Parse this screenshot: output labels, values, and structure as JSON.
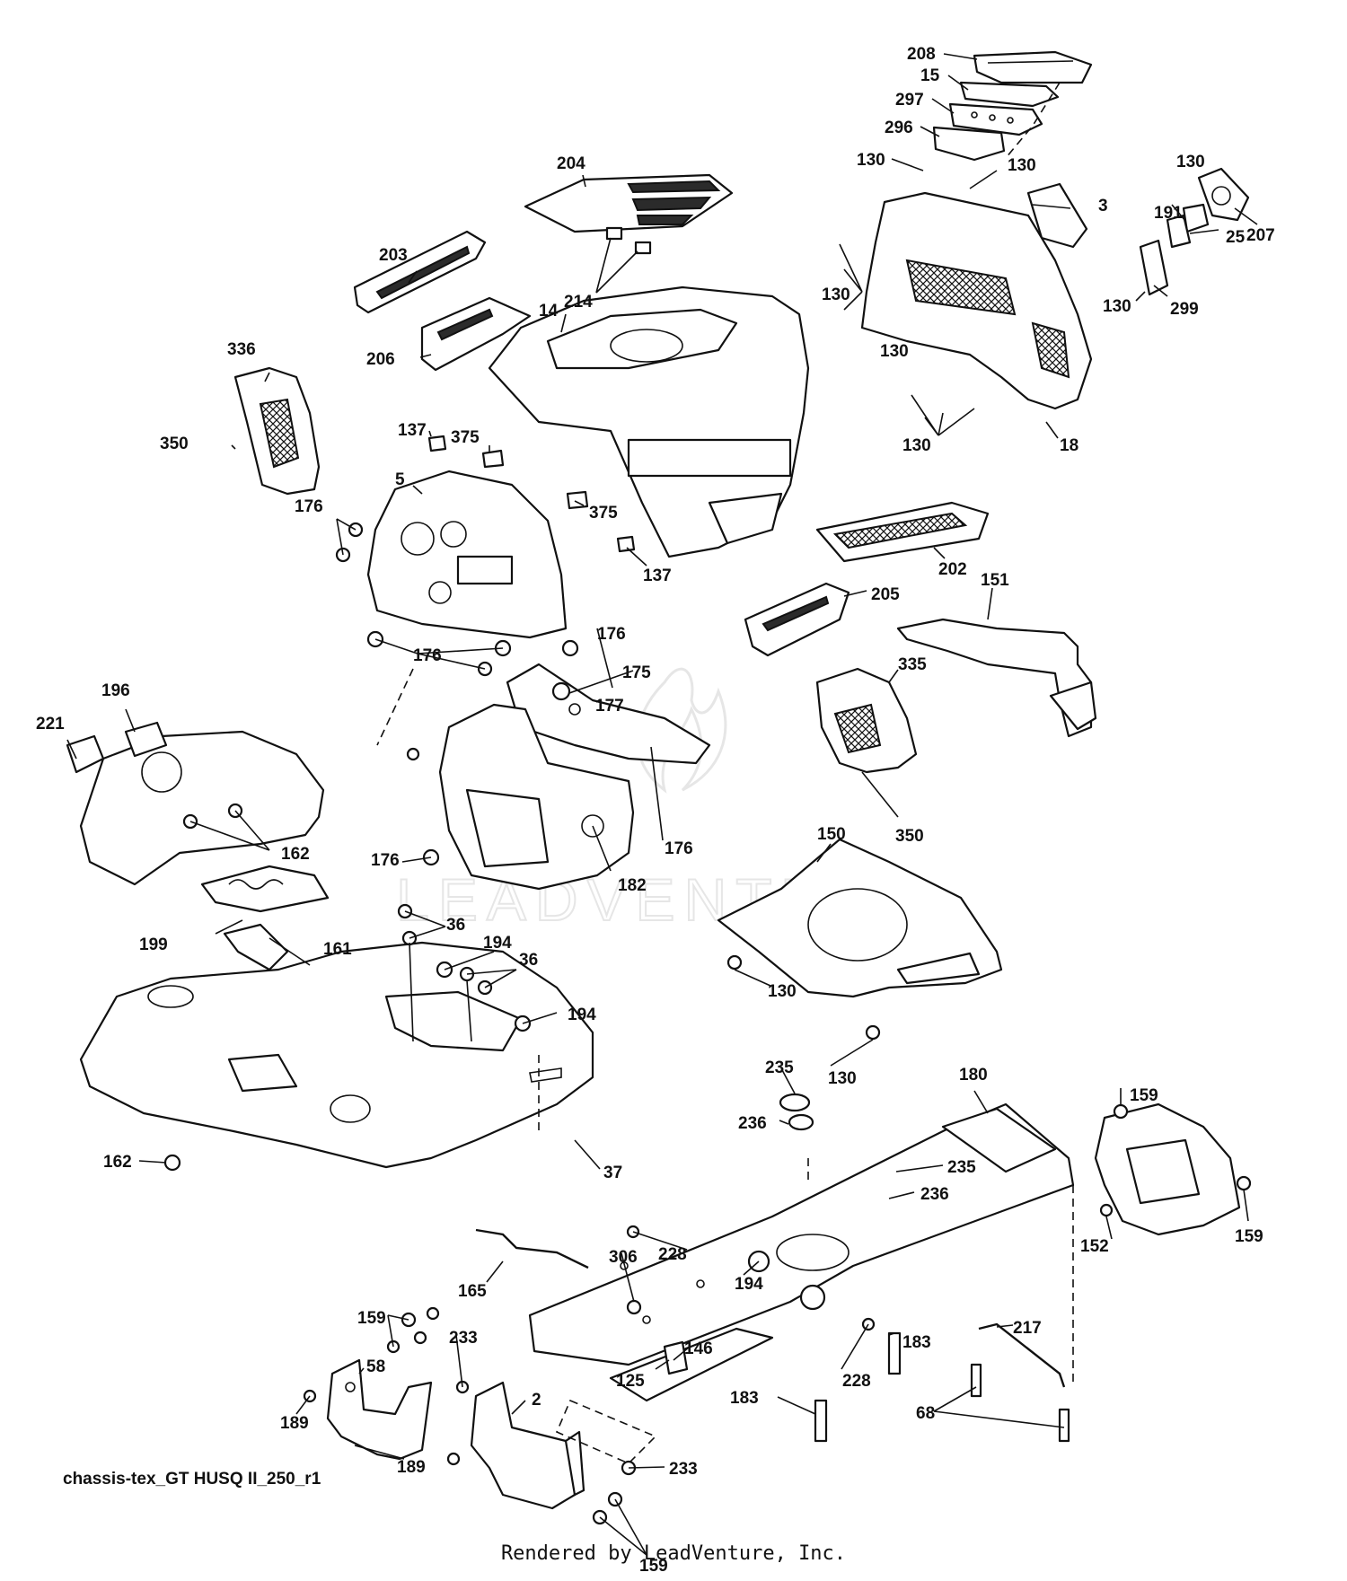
{
  "diagram": {
    "caption": "chassis-tex_GT HUSQ II_250_r1",
    "footer": "Rendered by LeadVenture, Inc.",
    "watermark": "LEADVENTURE",
    "callouts": [
      "208",
      "15",
      "297",
      "296",
      "130",
      "130",
      "204",
      "130",
      "3",
      "191",
      "207",
      "25",
      "130",
      "299",
      "203",
      "214",
      "130",
      "14",
      "130",
      "206",
      "336",
      "130",
      "18",
      "137",
      "375",
      "350",
      "5",
      "176",
      "375",
      "137",
      "202",
      "205",
      "151",
      "176",
      "176",
      "175",
      "177",
      "335",
      "196",
      "221",
      "162",
      "176",
      "176",
      "182",
      "350",
      "150",
      "199",
      "36",
      "194",
      "161",
      "36",
      "194",
      "130",
      "130",
      "235",
      "180",
      "159",
      "236",
      "235",
      "236",
      "162",
      "37",
      "159",
      "152",
      "228",
      "306",
      "165",
      "194",
      "159",
      "146",
      "217",
      "233",
      "125",
      "228",
      "183",
      "58",
      "2",
      "183",
      "68",
      "189",
      "233",
      "189",
      "159"
    ],
    "colors": {
      "line": "#111111",
      "background": "#ffffff",
      "watermark": "#e6e6e6"
    }
  }
}
